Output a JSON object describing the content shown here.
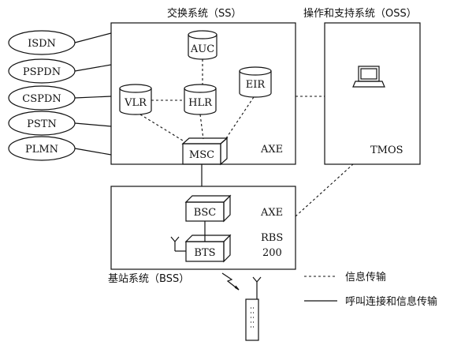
{
  "titles": {
    "ss": "交换系统（SS）",
    "oss": "操作和支持系统（OSS）",
    "bss": "基站系统（BSS）"
  },
  "networks": [
    "ISDN",
    "PSPDN",
    "CSPDN",
    "PSTN",
    "PLMN"
  ],
  "ss_nodes": {
    "auc": "AUC",
    "hlr": "HLR",
    "vlr": "VLR",
    "eir": "EIR",
    "msc": "MSC",
    "axe": "AXE"
  },
  "oss": {
    "tmos": "TMOS"
  },
  "bss": {
    "bsc": "BSC",
    "bts": "BTS",
    "axe": "AXE",
    "rbs_line1": "RBS",
    "rbs_line2": "200"
  },
  "legend": {
    "dashed": "信息传输",
    "solid": "呼叫连接和信息传输"
  }
}
